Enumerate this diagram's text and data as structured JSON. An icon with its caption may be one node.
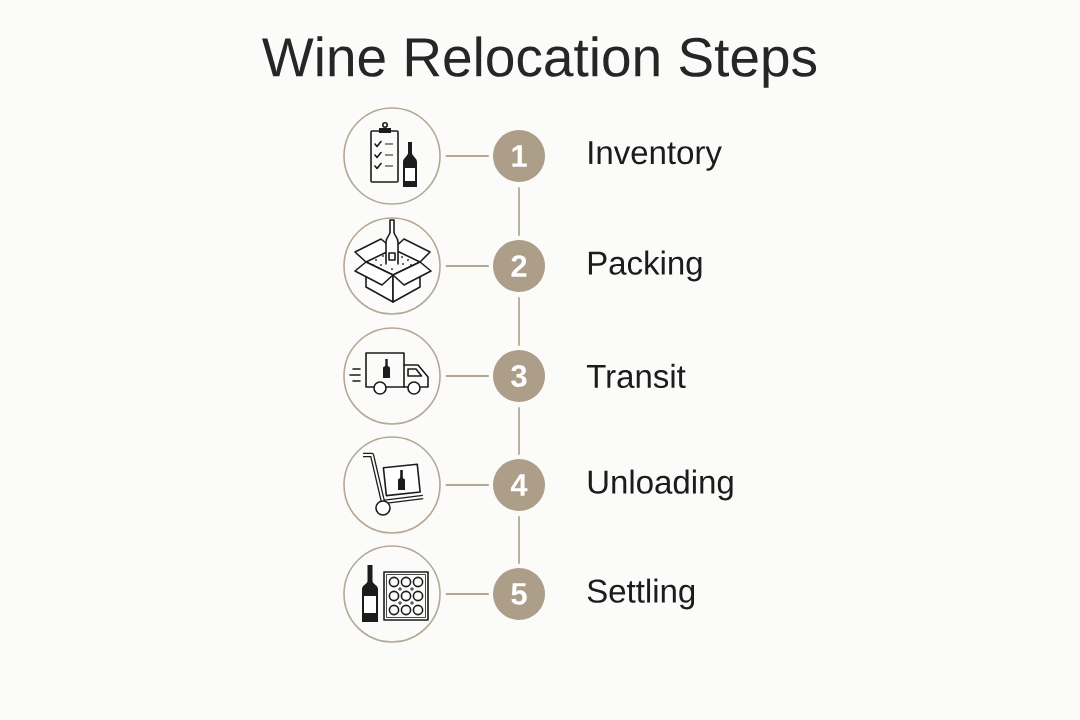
{
  "diagram": {
    "title": "Wine Relocation Steps",
    "nodes": [
      {
        "text": [],
        "shape": "circle"
      },
      {
        "text": [
          "1"
        ],
        "beside": [
          "Inventory"
        ]
      },
      {
        "text": [],
        "shape": "circle"
      },
      {
        "text": [
          "2"
        ],
        "beside": [
          "Packing"
        ]
      },
      {
        "text": [],
        "shape": "circle"
      },
      {
        "text": [
          "3"
        ],
        "beside": [
          "Transit"
        ]
      },
      {
        "text": [],
        "shape": "circle"
      },
      {
        "text": [
          "4"
        ],
        "beside": [
          "Unloading"
        ]
      },
      {
        "text": [],
        "shape": "circle"
      },
      {
        "text": [
          "5"
        ],
        "beside": [
          "Settling"
        ]
      }
    ],
    "edges": [
      {
        "from": 0,
        "to": 1,
        "arrow": "none"
      },
      {
        "from": 1,
        "to": 3,
        "arrow": "none"
      },
      {
        "from": 2,
        "to": 3,
        "arrow": "none"
      },
      {
        "from": 3,
        "to": 5,
        "arrow": "none"
      },
      {
        "from": 4,
        "to": 5,
        "arrow": "none"
      },
      {
        "from": 5,
        "to": 7,
        "arrow": "none"
      },
      {
        "from": 6,
        "to": 7,
        "arrow": "none"
      },
      {
        "from": 7,
        "to": 9,
        "arrow": "none"
      },
      {
        "from": 8,
        "to": 9,
        "arrow": "none"
      }
    ]
  }
}
